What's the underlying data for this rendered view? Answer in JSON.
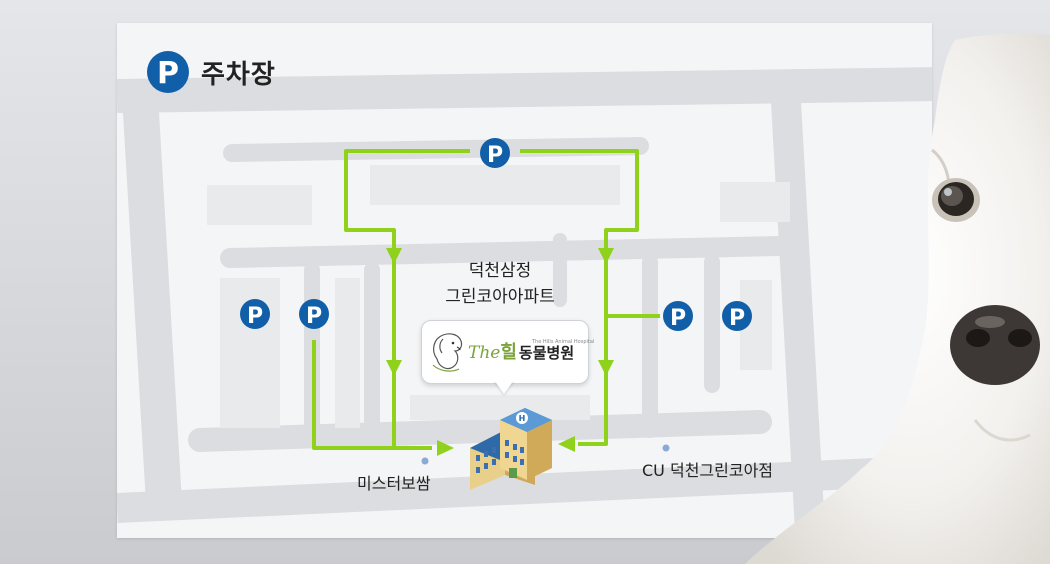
{
  "title": "주차장",
  "parking_symbol": "P",
  "labels": {
    "apartment_line1": "덕천삼정",
    "apartment_line2": "그린코아아파트",
    "poi_left": "미스터보쌈",
    "poi_right": "CU 덕천그린코아점"
  },
  "hospital_logo": {
    "the": "The",
    "hil": "힐",
    "name": "동물병원",
    "subtitle": "The Hills Animal Hospital"
  },
  "hospital_sign": "HOSPITAL",
  "colors": {
    "parking_blue": "#115fa8",
    "route_green": "#8fd11b",
    "road": "#dcdde0",
    "block": "#eaebed",
    "poi_dot": "#8aa9d6"
  },
  "icons": [
    "parking-icon",
    "hospital-building-icon",
    "dog-logo-icon",
    "route-arrow-icon"
  ]
}
